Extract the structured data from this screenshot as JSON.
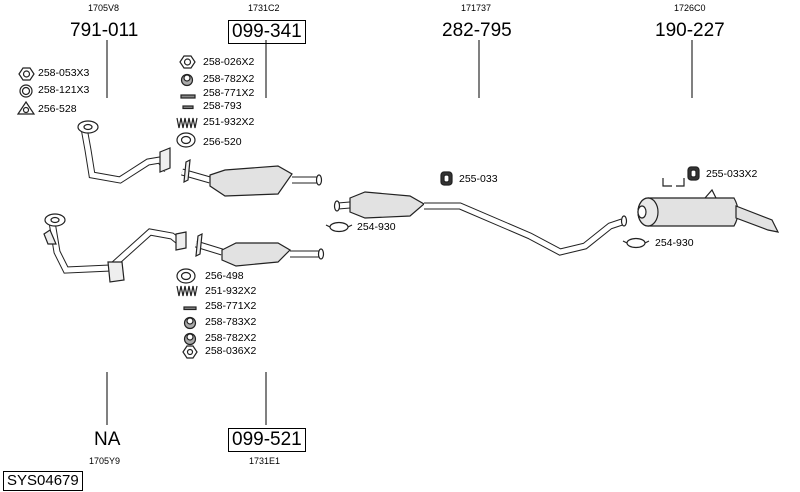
{
  "system_id": "SYS04679",
  "colors": {
    "line": "#000000",
    "part_fill": "#d9d9d9",
    "part_stroke": "#333333"
  },
  "sections": {
    "front_pipe_top": {
      "code": "1705V8",
      "part_number": "791-011"
    },
    "cat_top": {
      "code": "1731C2",
      "part_number": "099-341"
    },
    "middle_pipe": {
      "code": "171737",
      "part_number": "282-795"
    },
    "rear_silencer": {
      "code": "1726C0",
      "part_number": "190-227"
    },
    "front_pipe_bottom": {
      "code": "1705Y9",
      "part_number": "NA"
    },
    "cat_bottom": {
      "code": "1731E1",
      "part_number": "099-521"
    }
  },
  "fittings": {
    "left_top": [
      "258-053X3",
      "258-121X3",
      "256-528"
    ],
    "cat_top": [
      "258-026X2",
      "258-782X2",
      "258-771X2",
      "258-793",
      "251-932X2",
      "256-520"
    ],
    "cat_bottom": [
      "256-498",
      "251-932X2",
      "258-771X2",
      "258-783X2",
      "258-782X2",
      "258-036X2"
    ],
    "mid_mount": "255-033",
    "mid_clamp": "254-930",
    "rear_mount": "255-033X2",
    "rear_clamp": "254-930"
  },
  "icons": {
    "nut": "hex-nut-icon",
    "ring": "seal-ring-icon",
    "gasket": "triangle-gasket-icon",
    "bolt": "bolt-icon",
    "spring": "spring-icon",
    "flange": "flange-gasket-icon",
    "hanger": "rubber-hanger-icon",
    "clamp": "pipe-clamp-icon"
  }
}
